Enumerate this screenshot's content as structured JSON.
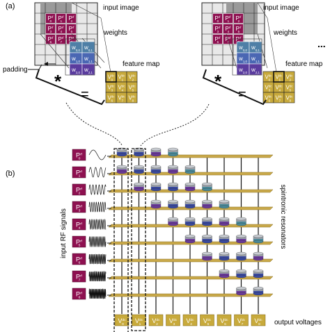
{
  "panel_a": {
    "label": "(a)",
    "input_image_label": "input image",
    "weights_label": "weights",
    "feature_map_label": "feature map",
    "padding_label": "padding",
    "conv_symbol": "*",
    "equals_symbol": "=",
    "ellipsis": "...",
    "input_cells": [
      {
        "text": "P",
        "sup": "rf",
        "sub": "0"
      },
      {
        "text": "P",
        "sup": "rf",
        "sub": "1"
      },
      {
        "text": "P",
        "sup": "rf",
        "sub": "2"
      },
      {
        "text": "P",
        "sup": "rf",
        "sub": "3"
      },
      {
        "text": "P",
        "sup": "rf",
        "sub": "4"
      },
      {
        "text": "P",
        "sup": "rf",
        "sub": "5"
      },
      {
        "text": "P",
        "sup": "rf",
        "sub": "6"
      },
      {
        "text": "P",
        "sup": "rf",
        "sub": "7"
      },
      {
        "text": "P",
        "sup": "rf",
        "sub": "8"
      }
    ],
    "weight_cells": [
      {
        "text": "w",
        "sub": "0,0"
      },
      {
        "text": "w",
        "sub": "0,1"
      },
      {
        "text": "w",
        "sub": "1,0"
      },
      {
        "text": "w",
        "sub": "1,1"
      },
      {
        "text": "w",
        "sub": "2,0"
      },
      {
        "text": "w",
        "sub": "2,1"
      }
    ],
    "feature_cells": [
      {
        "text": "V",
        "sup": "dc",
        "sub": "0"
      },
      {
        "text": "V",
        "sup": "dc",
        "sub": "1"
      },
      {
        "text": "V",
        "sup": "dc",
        "sub": "2"
      },
      {
        "text": "V",
        "sup": "dc",
        "sub": "3"
      },
      {
        "text": "V",
        "sup": "dc",
        "sub": "4"
      },
      {
        "text": "V",
        "sup": "dc",
        "sub": "5"
      },
      {
        "text": "V",
        "sup": "dc",
        "sub": "6"
      },
      {
        "text": "V",
        "sup": "dc",
        "sub": "7"
      },
      {
        "text": "V",
        "sup": "dc",
        "sub": "8"
      }
    ]
  },
  "panel_b": {
    "label": "(b)",
    "left_axis_label": "input RF signals",
    "right_axis_label": "spintronic resonators",
    "output_label": "output voltages",
    "inputs": [
      {
        "text": "P",
        "sup": "rf",
        "sub": "0"
      },
      {
        "text": "P",
        "sup": "rf",
        "sub": "1"
      },
      {
        "text": "P",
        "sup": "rf",
        "sub": "2"
      },
      {
        "text": "P",
        "sup": "rf",
        "sub": "3"
      },
      {
        "text": "P",
        "sup": "rf",
        "sub": "4"
      },
      {
        "text": "P",
        "sup": "rf",
        "sub": "5"
      },
      {
        "text": "P",
        "sup": "rf",
        "sub": "6"
      },
      {
        "text": "P",
        "sup": "rf",
        "sub": "7"
      },
      {
        "text": "P",
        "sup": "rf",
        "sub": "8"
      }
    ],
    "outputs": [
      {
        "text": "V",
        "sup": "dc",
        "sub": "0"
      },
      {
        "text": "V",
        "sup": "dc",
        "sub": "1"
      },
      {
        "text": "V",
        "sup": "dc",
        "sub": "2"
      },
      {
        "text": "V",
        "sup": "dc",
        "sub": "3"
      },
      {
        "text": "V",
        "sup": "dc",
        "sub": "4"
      },
      {
        "text": "V",
        "sup": "dc",
        "sub": "5"
      },
      {
        "text": "V",
        "sup": "dc",
        "sub": "6"
      },
      {
        "text": "V",
        "sup": "dc",
        "sub": "7"
      },
      {
        "text": "V",
        "sup": "dc",
        "sub": "8"
      }
    ]
  },
  "colors": {
    "input_cell": "#8e1050",
    "weight_blue": "#4e7fa6",
    "weight_violet": "#5a3c9e",
    "feature_cell": "#c8aa3c",
    "bus": "#c9a94a",
    "resonator_blue": "#3a4aa0",
    "resonator_violet": "#6a3a9a",
    "resonator_teal": "#4a8a9a"
  }
}
